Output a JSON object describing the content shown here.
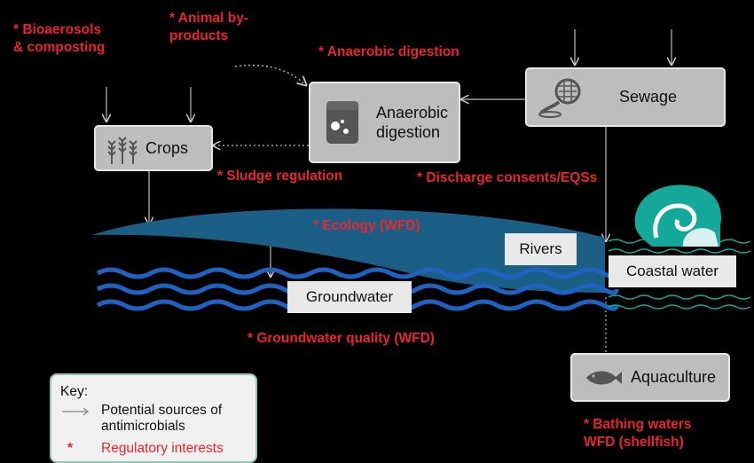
{
  "regulatory": {
    "bioaerosols": "* Bioaerosols\n& composting",
    "animal_by_products": "* Animal by-\nproducts",
    "anaerobic_digestion": "* Anaerobic digestion",
    "sludge_regulation": "* Sludge regulation",
    "discharge_consents": "* Discharge consents/EQSs",
    "ecology": "* Ecology (WFD)",
    "groundwater_quality": "* Groundwater quality (WFD)",
    "bathing_waters": "* Bathing waters\nWFD (shellfish)"
  },
  "nodes": {
    "crops": "Crops",
    "anaerobic_digestion": "Anaerobic\ndigestion",
    "sewage": "Sewage",
    "rivers": "Rivers",
    "groundwater": "Groundwater",
    "coastal_water": "Coastal water",
    "aquaculture": "Aquaculture"
  },
  "key": {
    "title": "Key:",
    "arrow_label": "Potential sources of\nantimicrobials",
    "asterisk": "*",
    "regulatory_label": "Regulatory interests"
  },
  "colors": {
    "regulatory_red": "#e8262f",
    "river_blue": "#1c5f86",
    "groundwater_blue": "#1f63c2",
    "wave_teal": "#14a89a",
    "box_grey": "#bdbdbd"
  }
}
